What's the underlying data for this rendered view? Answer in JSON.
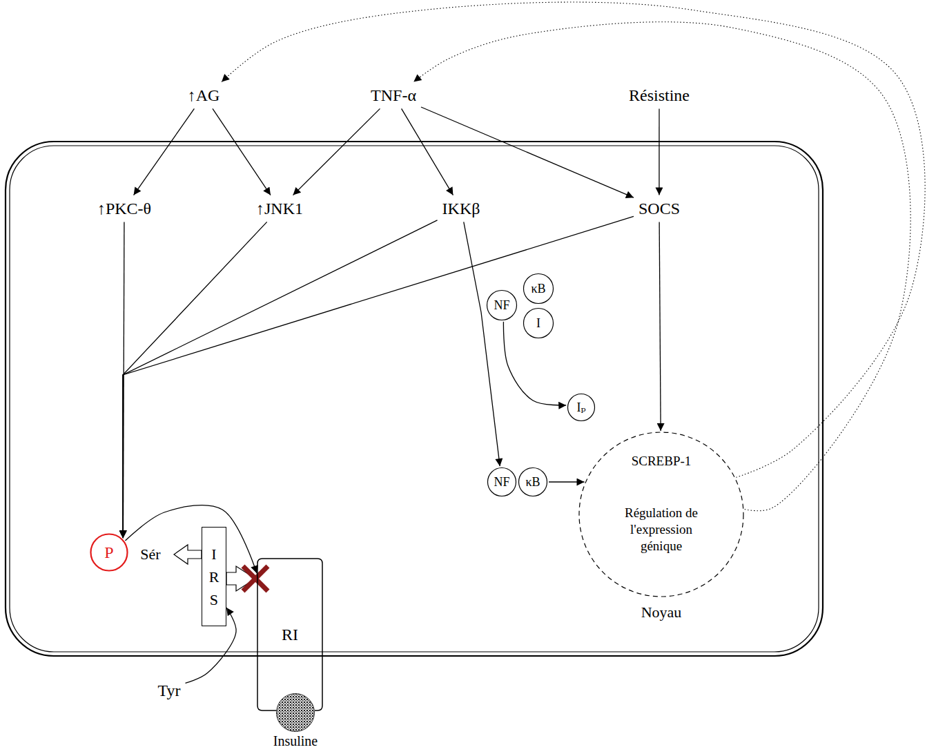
{
  "diagram": {
    "nodes": [
      {
        "text": [
          "↑AG"
        ]
      },
      {
        "text": [
          "TNF-α"
        ]
      },
      {
        "text": [
          "Résistine"
        ]
      },
      {
        "text": [
          "↑PKC-θ"
        ]
      },
      {
        "text": [
          "↑JNK1"
        ]
      },
      {
        "text": [
          "IKKβ"
        ]
      },
      {
        "text": [
          "SOCS"
        ]
      },
      {
        "text": [
          "NF"
        ]
      },
      {
        "text": [
          "κB"
        ]
      },
      {
        "text": [
          "I"
        ]
      },
      {
        "text": [
          "Iₚ"
        ]
      },
      {
        "text": [
          "SCREBP-1",
          "Régulation de l'expression génique",
          "Noyau"
        ]
      },
      {
        "text": [
          "NF"
        ]
      },
      {
        "text": [
          "κB"
        ]
      },
      {
        "text": [
          "P"
        ]
      },
      {
        "text": [
          "IRS"
        ]
      },
      {
        "text": [
          "RI"
        ]
      },
      {
        "text": [
          "Tyr"
        ]
      },
      {
        "text": [
          "Insuline"
        ]
      }
    ],
    "edges": [
      {
        "from": 0,
        "to": 3,
        "arrow": "to"
      },
      {
        "from": 0,
        "to": 4,
        "arrow": "to"
      },
      {
        "from": 1,
        "to": 4,
        "arrow": "to"
      },
      {
        "from": 1,
        "to": 5,
        "arrow": "to"
      },
      {
        "from": 1,
        "to": 6,
        "arrow": "to"
      },
      {
        "from": 2,
        "to": 6,
        "arrow": "to"
      },
      {
        "from": 3,
        "to": 14,
        "arrow": "to"
      },
      {
        "from": 4,
        "to": 14,
        "arrow": "to"
      },
      {
        "from": 5,
        "to": 14,
        "arrow": "to"
      },
      {
        "from": 6,
        "to": 14,
        "arrow": "to"
      },
      {
        "from": 5,
        "to": 12,
        "arrow": "to"
      },
      {
        "from": 7,
        "to": 10,
        "arrow": "to"
      },
      {
        "from": 6,
        "to": 11,
        "arrow": "to"
      },
      {
        "from": 13,
        "to": 11,
        "arrow": "to"
      },
      {
        "from": 11,
        "to": 0,
        "arrow": "to"
      },
      {
        "from": 11,
        "to": 1,
        "arrow": "to"
      },
      {
        "from": 14,
        "to": 16,
        "arrow": "to"
      },
      {
        "from": 17,
        "to": 15,
        "arrow": "to"
      }
    ],
    "labels": [
      "Sér"
    ]
  }
}
